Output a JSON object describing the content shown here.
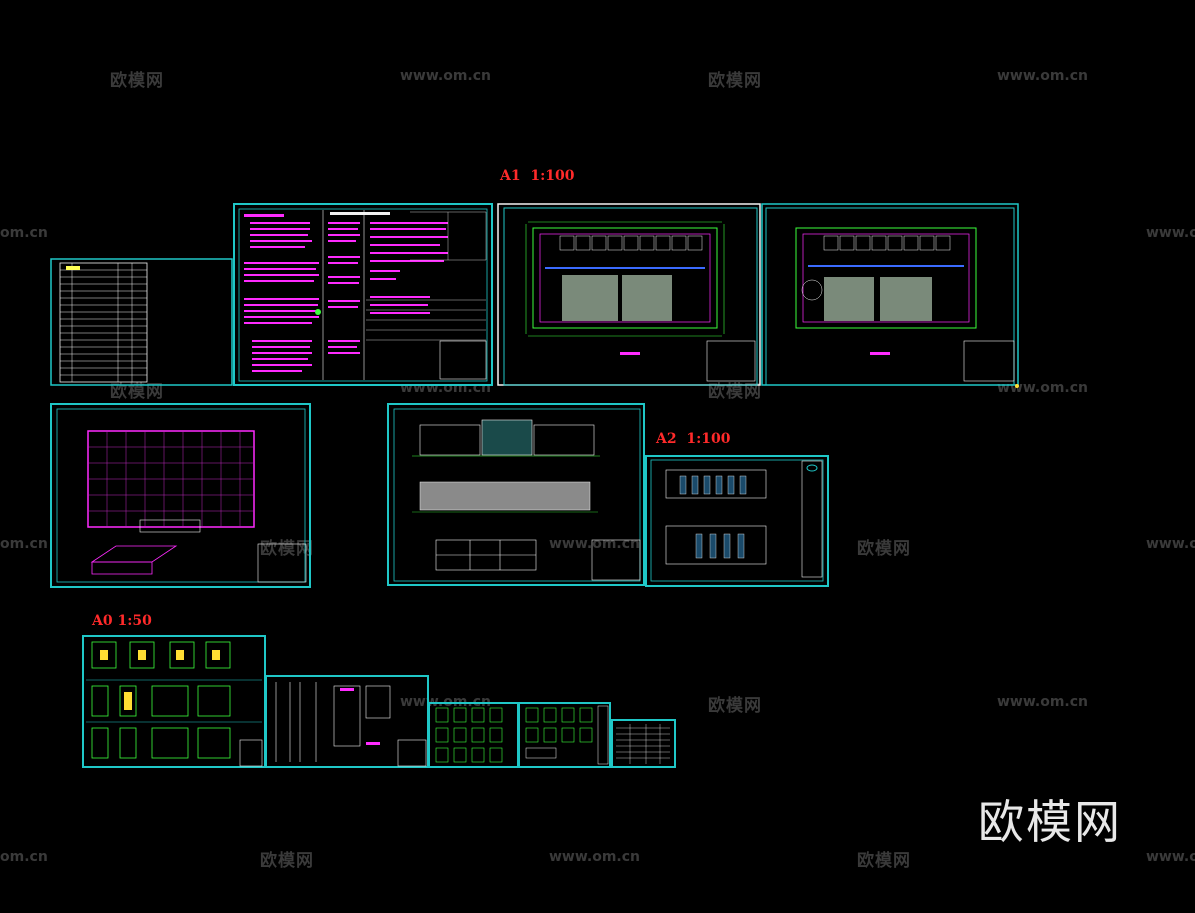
{
  "watermarks": {
    "brand": "欧模网",
    "url": "www.om.cn",
    "url_partial": "om.cn"
  },
  "scale_labels": {
    "a1": "A1  1:100",
    "a2": "A2  1:100",
    "a0": "A0 1:50"
  },
  "colors": {
    "background": "#000000",
    "frame": "#1fc7c7",
    "scale_label": "#ff2a2a",
    "magenta": "#ff2bff",
    "green": "#3cff3c",
    "white": "#f2f2f2",
    "grey_fill": "#8a8a8a"
  }
}
